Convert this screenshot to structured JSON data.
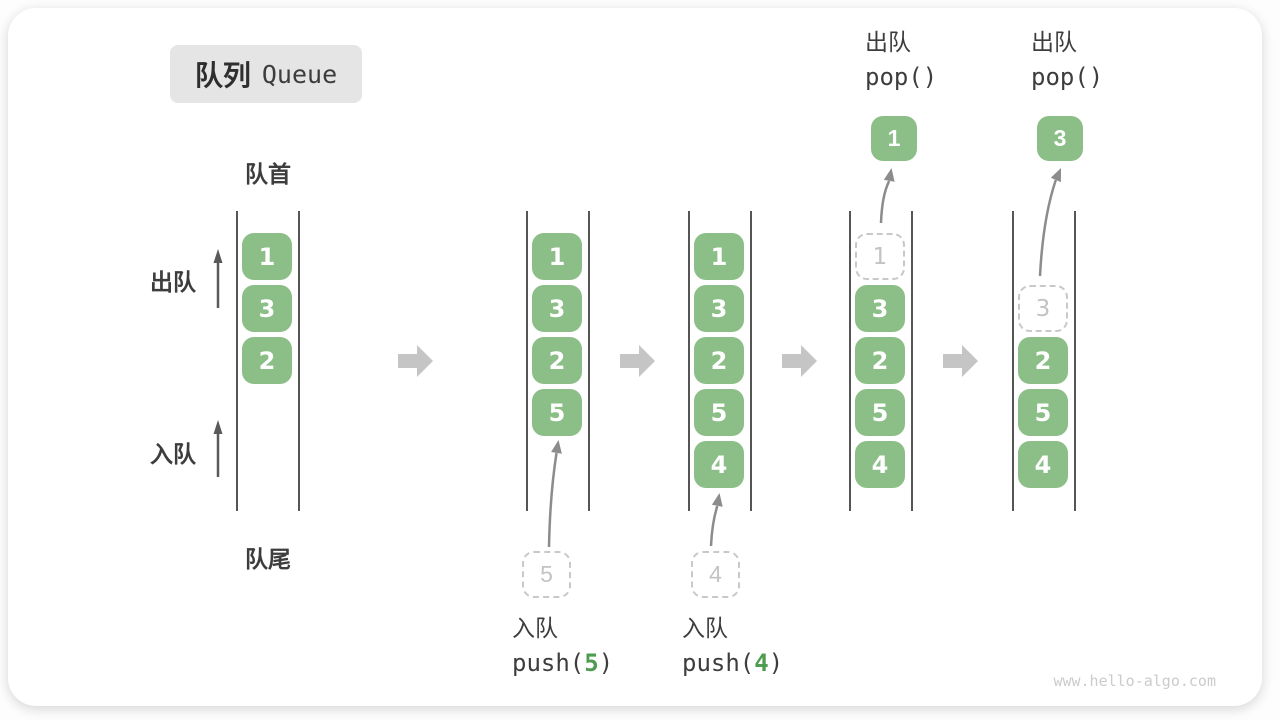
{
  "title": {
    "zh": "队列",
    "en": "Queue"
  },
  "labels": {
    "front": "队首",
    "rear": "队尾",
    "dequeue_side": "出队",
    "enqueue_side": "入队"
  },
  "colors": {
    "item_green": "#8CBE87",
    "call_arg_green": "#4E9C50",
    "block_arrow_gray": "#C5C5C5",
    "curve_arrow_gray": "#8C8C8C",
    "ghost_gray": "#C3C3C3",
    "text_dark": "#3D3D3D",
    "badge_bg": "#E5E5E5"
  },
  "stages": [
    {
      "name": "initial",
      "items": [
        "1",
        "3",
        "2"
      ]
    },
    {
      "name": "enqueue-5",
      "items": [
        "1",
        "3",
        "2",
        "5"
      ],
      "pending": "5",
      "op": "入队",
      "call_pre": "push(",
      "call_arg": "5",
      "call_post": ")"
    },
    {
      "name": "enqueue-4",
      "items": [
        "1",
        "3",
        "2",
        "5",
        "4"
      ],
      "pending": "4",
      "op": "入队",
      "call_pre": "push(",
      "call_arg": "4",
      "call_post": ")"
    },
    {
      "name": "dequeue-1",
      "ghost": "1",
      "items": [
        "3",
        "2",
        "5",
        "4"
      ],
      "popped": "1",
      "op": "出队",
      "call": "pop()"
    },
    {
      "name": "dequeue-3",
      "ghost": "3",
      "items": [
        "2",
        "5",
        "4"
      ],
      "popped": "3",
      "op": "出队",
      "call": "pop()"
    }
  ],
  "watermark": "www.hello-algo.com"
}
